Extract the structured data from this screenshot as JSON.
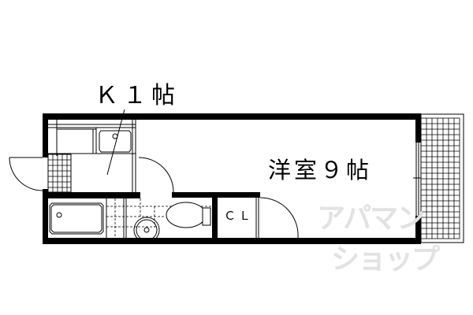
{
  "floor_plan": {
    "rooms": [
      {
        "id": "kitchen",
        "label": "Ｋ１帖",
        "type": "kitchen",
        "size_jo": 1
      },
      {
        "id": "western-room",
        "label": "洋室９帖",
        "type": "western-style room",
        "size_jo": 9
      },
      {
        "id": "closet",
        "label": "ＣＬ",
        "type": "closet"
      },
      {
        "id": "bathroom",
        "label": "",
        "type": "unit bath"
      },
      {
        "id": "toilet",
        "label": "",
        "type": "toilet"
      },
      {
        "id": "balcony",
        "label": "",
        "type": "balcony"
      }
    ],
    "watermark": {
      "line1": "アパマン",
      "line2": "ショップ"
    },
    "colors": {
      "wall": "#000000",
      "background": "#ffffff",
      "watermark": "#e2e2e2"
    }
  }
}
